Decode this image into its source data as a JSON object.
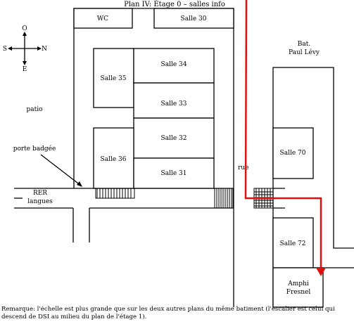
{
  "title": "Plan IV: Étage 0 – salles info",
  "compass": {
    "north": "N",
    "south": "S",
    "east": "E",
    "west": "O"
  },
  "building": {
    "name_line1": "Bat.",
    "name_line2": "Paul Lévy"
  },
  "rooms": {
    "wc": "WC",
    "s30": "Salle 30",
    "s31": "Salle 31",
    "s32": "Salle 32",
    "s33": "Salle 33",
    "s34": "Salle 34",
    "s35": "Salle 35",
    "s36": "Salle 36",
    "s70": "Salle 70",
    "s72": "Salle 72",
    "amphi_line1": "Amphi",
    "amphi_line2": "Fresnel"
  },
  "labels": {
    "patio": "patio",
    "porte": "porte badgée",
    "rer_line1": "RER",
    "rer_line2": "langues",
    "rue": "rue"
  },
  "route_color": "#e01010",
  "note": "Remarque: l'échelle est plus grande que sur les deux autres plans du même batiment (l'escalier est celui qui descend de DSI au milieu du plan de l'étage 1)."
}
